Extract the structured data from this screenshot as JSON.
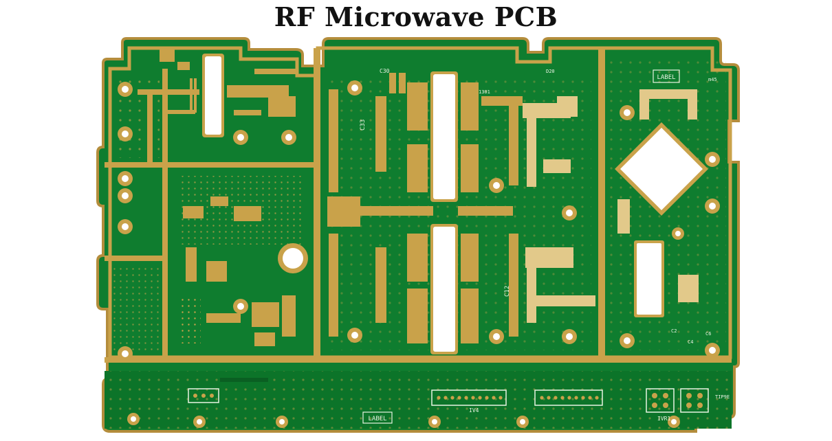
{
  "title": "RF Microwave PCB",
  "colors": {
    "solder_mask": "#0f7d2f",
    "solder_mask_dark": "#0a6a26",
    "gold_pad": "#c9a24a",
    "gold_light": "#e2c98a",
    "silkscreen": "#e8f3e2",
    "background": "#ffffff"
  },
  "board": {
    "silkscreen_labels": {
      "label_top_right": "LABEL",
      "label_bottom": "LABEL",
      "ref_c33": "C33",
      "ref_c12": "C12",
      "ref_iv4": "IV4",
      "ref_ivr1": "IVR1",
      "ref_tip9e": "TIP9E",
      "ref_c4": "C4",
      "ref_c2": "C2",
      "ref_c6": "C6",
      "ref_m45": "m45",
      "ref_1301": "1301",
      "ref_c30": "C30",
      "ref_d20": "D20"
    }
  }
}
